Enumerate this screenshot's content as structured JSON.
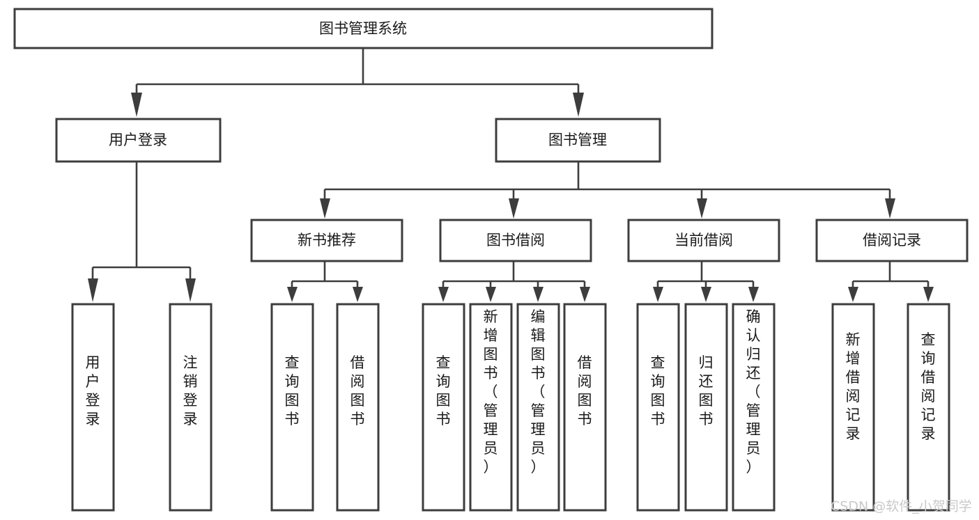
{
  "diagram": {
    "type": "tree",
    "title": "图书管理系统",
    "orientation": "top-down",
    "watermark": "CSDN @软件_小贺同学",
    "colors": {
      "box_fill": "#ffffff",
      "box_stroke": "#3d3d3d",
      "text": "#1a1a1a",
      "connector": "#3d3d3d",
      "background": "#ffffff",
      "watermark": "#c9c9c9"
    },
    "nodes": {
      "root": {
        "label": "图书管理系统",
        "level": 1,
        "orientation": "horizontal"
      },
      "l2": [
        {
          "id": "user-login",
          "label": "用户登录",
          "level": 2,
          "orientation": "horizontal"
        },
        {
          "id": "book-manage",
          "label": "图书管理",
          "level": 2,
          "orientation": "horizontal"
        }
      ],
      "l3": [
        {
          "id": "new-book-recommend",
          "label": "新书推荐",
          "level": 3,
          "orientation": "horizontal",
          "parent": "book-manage"
        },
        {
          "id": "book-borrow",
          "label": "图书借阅",
          "level": 3,
          "orientation": "horizontal",
          "parent": "book-manage"
        },
        {
          "id": "current-borrow",
          "label": "当前借阅",
          "level": 3,
          "orientation": "horizontal",
          "parent": "book-manage"
        },
        {
          "id": "borrow-record",
          "label": "借阅记录",
          "level": 3,
          "orientation": "horizontal",
          "parent": "book-manage"
        }
      ],
      "leaves": [
        {
          "id": "leaf-user-login",
          "label": "用户登录",
          "orientation": "vertical",
          "parent": "user-login"
        },
        {
          "id": "leaf-logout",
          "label": "注销登录",
          "orientation": "vertical",
          "parent": "user-login"
        },
        {
          "id": "leaf-query-book-1",
          "label": "查询图书",
          "orientation": "vertical",
          "parent": "new-book-recommend"
        },
        {
          "id": "leaf-borrow-book-1",
          "label": "借阅图书",
          "orientation": "vertical",
          "parent": "new-book-recommend"
        },
        {
          "id": "leaf-query-book-2",
          "label": "查询图书",
          "orientation": "vertical",
          "parent": "book-borrow"
        },
        {
          "id": "leaf-add-book",
          "label": "新增图书（管理员）",
          "orientation": "vertical",
          "parent": "book-borrow"
        },
        {
          "id": "leaf-edit-book",
          "label": "编辑图书（管理员）",
          "orientation": "vertical",
          "parent": "book-borrow"
        },
        {
          "id": "leaf-borrow-book-2",
          "label": "借阅图书",
          "orientation": "vertical",
          "parent": "book-borrow"
        },
        {
          "id": "leaf-query-book-3",
          "label": "查询图书",
          "orientation": "vertical",
          "parent": "current-borrow"
        },
        {
          "id": "leaf-return-book",
          "label": "归还图书",
          "orientation": "vertical",
          "parent": "current-borrow"
        },
        {
          "id": "leaf-confirm-return",
          "label": "确认归还（管理员）",
          "orientation": "vertical",
          "parent": "current-borrow"
        },
        {
          "id": "leaf-add-record",
          "label": "新增借阅记录",
          "orientation": "vertical",
          "parent": "borrow-record"
        },
        {
          "id": "leaf-query-record",
          "label": "查询借阅记录",
          "orientation": "vertical",
          "parent": "borrow-record"
        }
      ]
    }
  }
}
